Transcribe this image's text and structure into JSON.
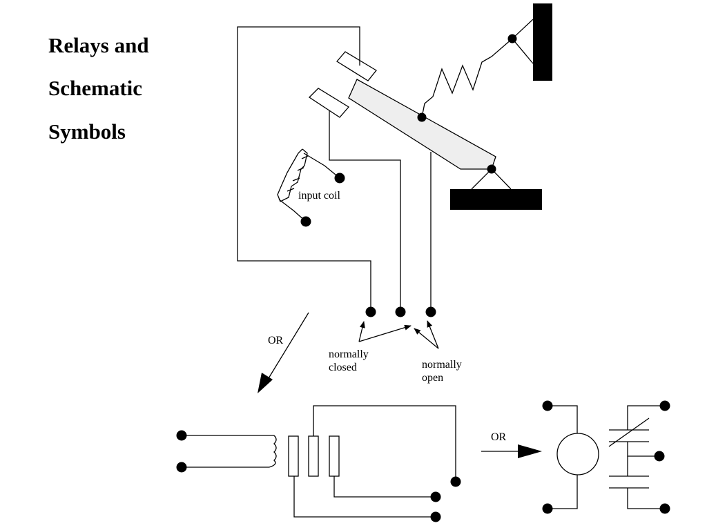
{
  "title": {
    "line1": "Relays and",
    "line2": "Schematic",
    "line3": "Symbols"
  },
  "labels": {
    "input_coil": "input coil",
    "normally_closed_1": "normally",
    "normally_closed_2": "closed",
    "normally_open_1": "normally",
    "normally_open_2": "open",
    "or_1": "OR",
    "or_2": "OR"
  }
}
